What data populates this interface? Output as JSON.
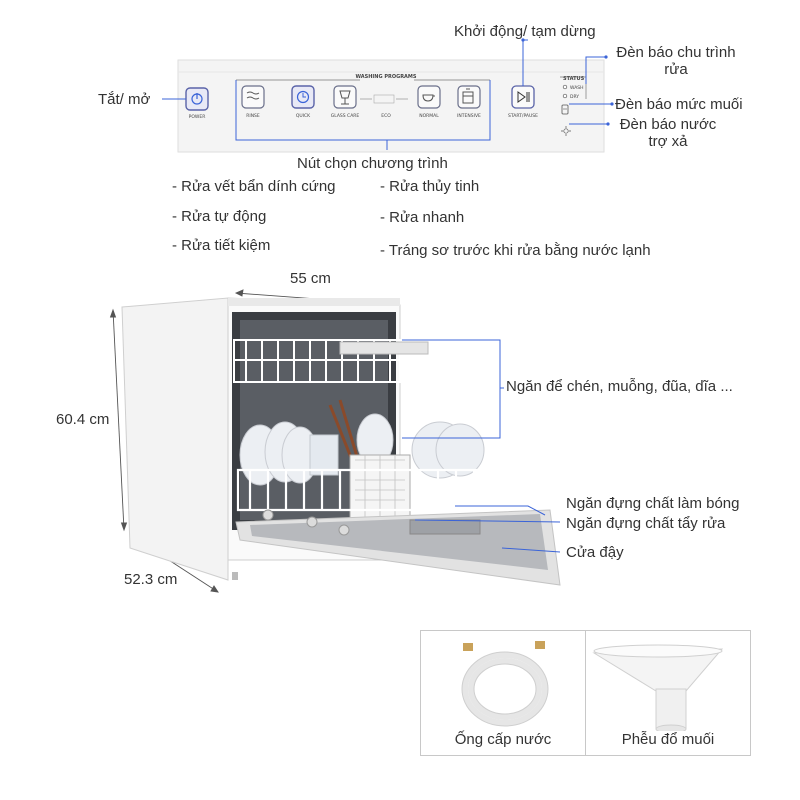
{
  "panel": {
    "power_label": "POWER",
    "programs_title": "WASHING PROGRAMS",
    "programs": [
      "RINSE",
      "QUICK",
      "GLASS CARE",
      "ECO",
      "NORMAL",
      "INTENSIVE"
    ],
    "start_label": "START/PAUSE",
    "status_title": "STATUS",
    "status_items": [
      "WASH",
      "DRY"
    ]
  },
  "callouts": {
    "power": "Tắt/ mở",
    "start_pause": "Khởi động/ tạm dừng",
    "cycle_indicator_l1": "Đèn báo chu trình",
    "cycle_indicator_l2": "rửa",
    "salt_indicator": "Đèn báo mức muối",
    "rinse_aid_l1": "Đèn báo nước",
    "rinse_aid_l2": "trợ xả",
    "program_select": "Nút chọn chương trình"
  },
  "programs_list": {
    "left": [
      "- Rửa vết bẩn dính cứng",
      "- Rửa tự động",
      "- Rửa tiết kiệm"
    ],
    "right": [
      "- Rửa thủy tinh",
      "- Rửa nhanh",
      "- Tráng sơ trước khi rửa bằng nước lạnh"
    ]
  },
  "dimensions": {
    "width": "55 cm",
    "height": "60.4 cm",
    "depth": "52.3 cm"
  },
  "parts": {
    "rack": "Ngăn để chén, muỗng, đũa, dĩa ...",
    "rinse_aid": "Ngăn đựng chất làm bóng",
    "detergent": "Ngăn đựng chất tẩy rửa",
    "door": "Cửa đậy"
  },
  "accessories": [
    "Ống cấp nước",
    "Phễu đổ muối"
  ],
  "colors": {
    "accent_blue": "#3b64d8",
    "button_border": "#5a63a8",
    "panel_bg": "#f4f4f4"
  }
}
